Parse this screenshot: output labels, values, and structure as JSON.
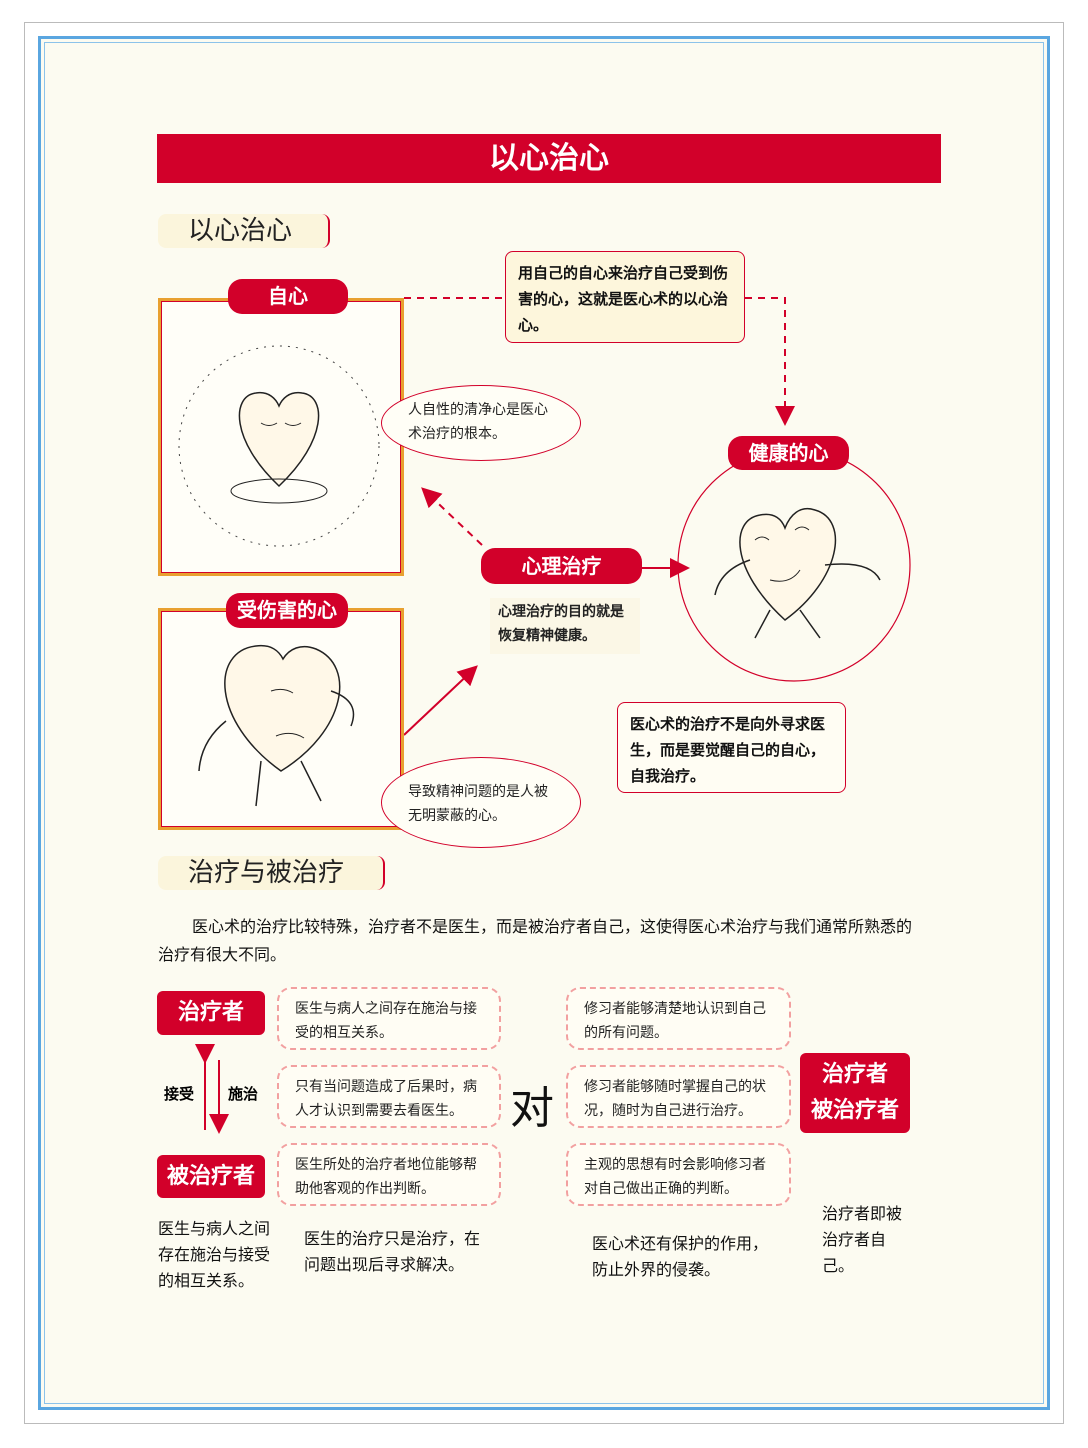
{
  "title": "以心治心",
  "section1": {
    "heading": "以心治心",
    "self_heart_label": "自心",
    "quote": "用自己的自心来治疗自己受到伤害的心，这就是医心术的以心治心。",
    "bubble1": "人自性的清净心是医心术治疗的根本。",
    "healthy_label": "健康的心",
    "therapy_label": "心理治疗",
    "therapy_note": "心理治疗的目的就是恢复精神健康。",
    "hurt_label": "受伤害的心",
    "bubble2": "导致精神问题的是人被无明蒙蔽的心。",
    "note_box": "医心术的治疗不是向外寻求医生，而是要觉醒自己的自心，自我治疗。"
  },
  "section2": {
    "heading": "治疗与被治疗",
    "paragraph": "医心术的治疗比较特殊，治疗者不是医生，而是被治疗者自己，这使得医心术治疗与我们通常所熟悉的治疗有很大不同。",
    "healer": "治疗者",
    "healed": "被治疗者",
    "accept": "接受",
    "treat": "施治",
    "versus": "对",
    "left_boxes": [
      "医生与病人之间存在施治与接受的相互关系。",
      "只有当问题造成了后果时，病人才认识到需要去看医生。",
      "医生所处的治疗者地位能够帮助他客观的作出判断。"
    ],
    "right_boxes": [
      "修习者能够清楚地认识到自己的所有问题。",
      "修习者能够随时掌握自己的状况，随时为自己进行治疗。",
      "主观的思想有时会影响修习者对自己做出正确的判断。"
    ],
    "right_badge": [
      "治疗者",
      "被治疗者"
    ],
    "captions": [
      "医生与病人之间存在施治与接受的相互关系。",
      "医生的治疗只是治疗，在问题出现后寻求解决。",
      "医心术还有保护的作用，防止外界的侵袭。",
      "治疗者即被治疗者自己。"
    ]
  },
  "colors": {
    "accent": "#d2002a",
    "frame": "#5aa6e0",
    "paper": "#fcfbf1"
  }
}
